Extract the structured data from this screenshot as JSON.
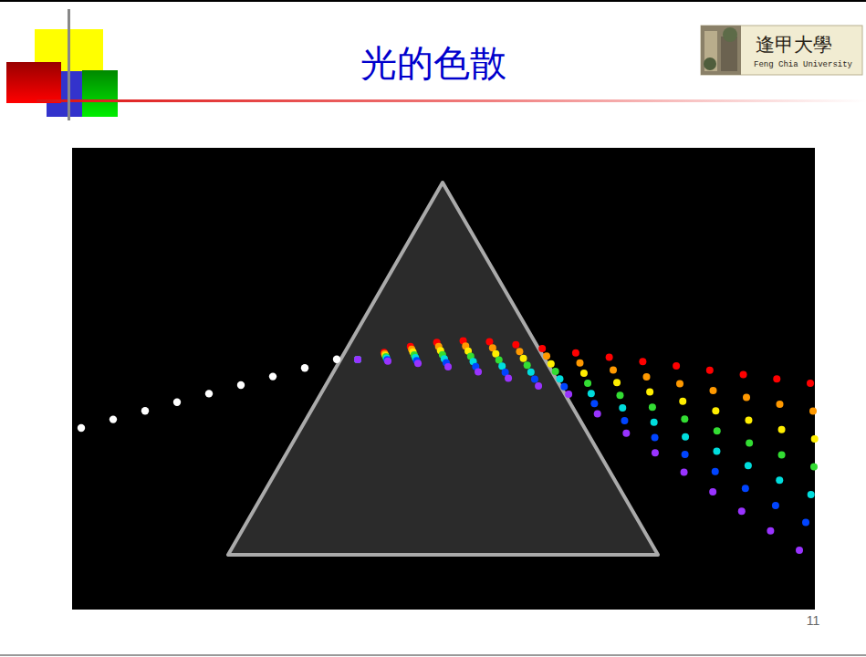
{
  "diagram": {
    "title": "光的色散",
    "labels": [
      "逢甲大學",
      "Feng Chia University",
      "11"
    ]
  }
}
